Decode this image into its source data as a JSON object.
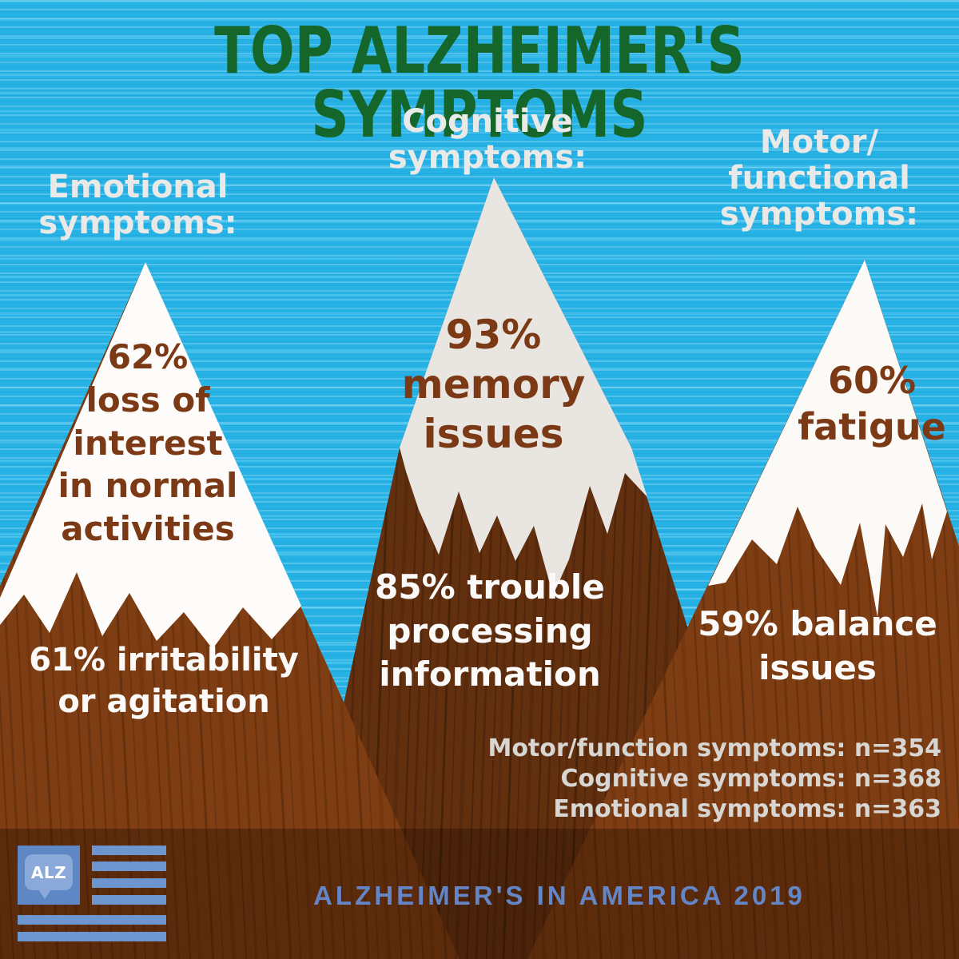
{
  "title": "TOP ALZHEIMER'S SYMPTOMS",
  "sections": {
    "emotional": {
      "label": "Emotional\nsymptoms:",
      "snow_stat": "62%\nloss of\ninterest\nin normal\nactivities",
      "rock_stat": "61% irritability\nor agitation"
    },
    "cognitive": {
      "label": "Cognitive\nsymptoms:",
      "snow_stat": "93%\nmemory\nissues",
      "rock_stat": "85% trouble\nprocessing\ninformation"
    },
    "motor": {
      "label": "Motor/\nfunctional\nsymptoms:",
      "snow_stat": "60%\nfatigue",
      "rock_stat": "59% balance\nissues"
    }
  },
  "footnotes": [
    "Motor/function symptoms: n=354",
    "Cognitive symptoms: n=368",
    "Emotional symptoms: n=363"
  ],
  "footer": {
    "logo_text": "ALZ",
    "title": "ALZHEIMER'S IN AMERICA 2019"
  },
  "colors": {
    "sky": "#27b2e6",
    "title_green": "#15662b",
    "rock_light": "#7e3d12",
    "rock_dark": "#63300f",
    "snow_side": "#fdfcfa",
    "snow_center": "#e9e6e2",
    "stat_brown": "#7b3a15",
    "label_offwhite": "#e9e9e7",
    "footnote_gray": "#d8d6d3",
    "footer_blue": "#6486c6",
    "flag_blue": "#6d96cf",
    "canton_blue": "#5d87c5"
  },
  "chart_data": {
    "type": "table",
    "title": "TOP ALZHEIMER'S SYMPTOMS",
    "footer_label": "ALZHEIMER'S IN AMERICA 2019",
    "categories": [
      "Emotional symptoms",
      "Cognitive symptoms",
      "Motor/functional symptoms"
    ],
    "series": [
      {
        "name": "Emotional symptoms",
        "sample_size": 363,
        "values": [
          {
            "symptom": "loss of interest in normal activities",
            "pct": 62
          },
          {
            "symptom": "irritability or agitation",
            "pct": 61
          }
        ]
      },
      {
        "name": "Cognitive symptoms",
        "sample_size": 368,
        "values": [
          {
            "symptom": "memory issues",
            "pct": 93
          },
          {
            "symptom": "trouble processing information",
            "pct": 85
          }
        ]
      },
      {
        "name": "Motor/functional symptoms",
        "sample_size": 354,
        "values": [
          {
            "symptom": "fatigue",
            "pct": 60
          },
          {
            "symptom": "balance issues",
            "pct": 59
          }
        ]
      }
    ]
  }
}
